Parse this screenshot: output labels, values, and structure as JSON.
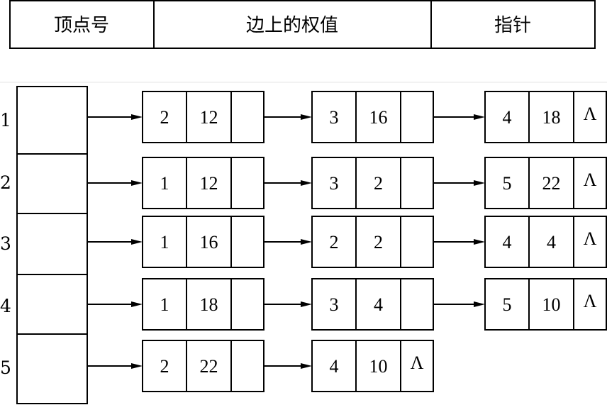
{
  "header": {
    "vertex_col": "顶点号",
    "weight_col": "边上的权值",
    "pointer_col": "指针"
  },
  "null_symbol": "Λ",
  "vertices": [
    {
      "label": "1",
      "edges": [
        {
          "vertex": "2",
          "weight": "12"
        },
        {
          "vertex": "3",
          "weight": "16"
        },
        {
          "vertex": "4",
          "weight": "18"
        }
      ]
    },
    {
      "label": "2",
      "edges": [
        {
          "vertex": "1",
          "weight": "12"
        },
        {
          "vertex": "3",
          "weight": "2"
        },
        {
          "vertex": "5",
          "weight": "22"
        }
      ]
    },
    {
      "label": "3",
      "edges": [
        {
          "vertex": "1",
          "weight": "16"
        },
        {
          "vertex": "2",
          "weight": "2"
        },
        {
          "vertex": "4",
          "weight": "4"
        }
      ]
    },
    {
      "label": "4",
      "edges": [
        {
          "vertex": "1",
          "weight": "18"
        },
        {
          "vertex": "3",
          "weight": "4"
        },
        {
          "vertex": "5",
          "weight": "10"
        }
      ]
    },
    {
      "label": "5",
      "edges": [
        {
          "vertex": "2",
          "weight": "22"
        },
        {
          "vertex": "4",
          "weight": "10"
        }
      ]
    }
  ]
}
